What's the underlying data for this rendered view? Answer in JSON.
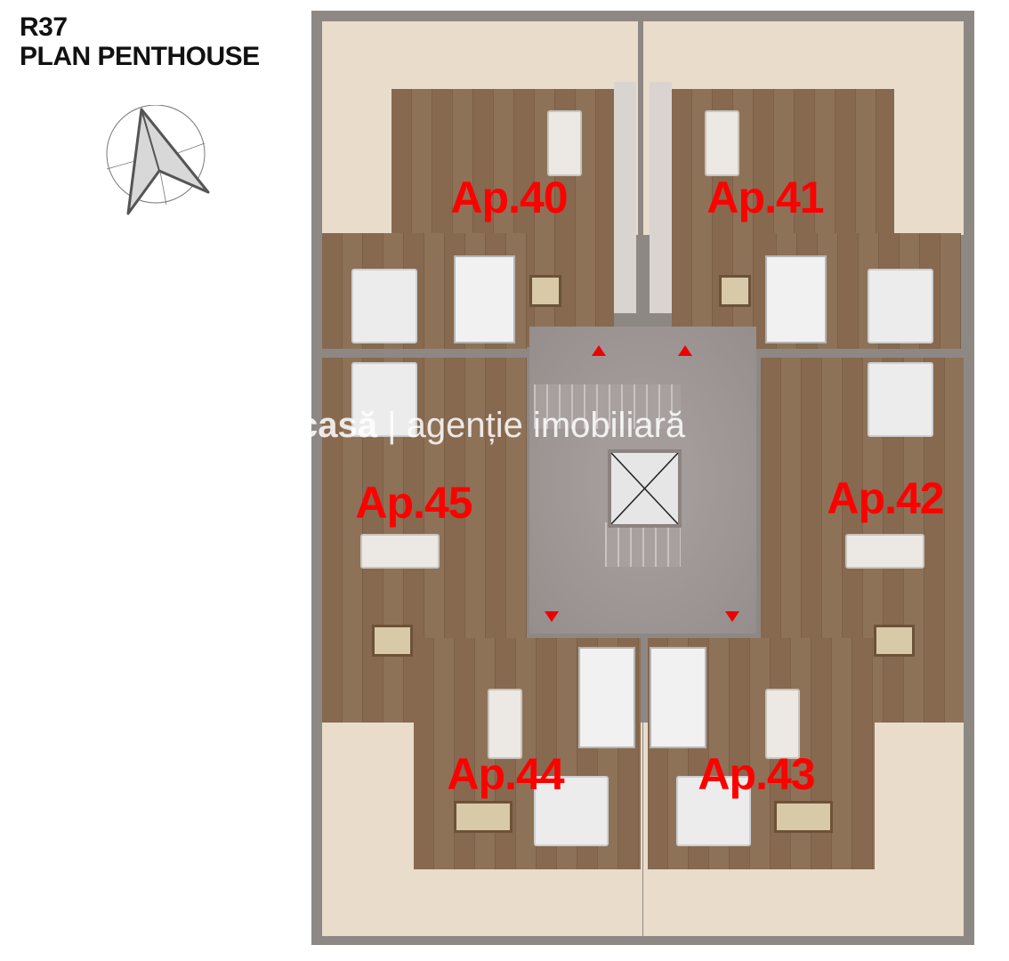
{
  "header": {
    "code": "R37",
    "title": "PLAN PENTHOUSE"
  },
  "compass": {
    "icon": "north-arrow-icon"
  },
  "apartments": [
    {
      "label": "Ap.40"
    },
    {
      "label": "Ap.41"
    },
    {
      "label": "Ap.42"
    },
    {
      "label": "Ap.43"
    },
    {
      "label": "Ap.44"
    },
    {
      "label": "Ap.45"
    }
  ],
  "watermark": {
    "brand": "casă",
    "separator": "|",
    "text": "agenție imobiliară"
  },
  "colors": {
    "label": "#ff0000",
    "entrance_arrows": "#e00000",
    "walls": "#8e8884",
    "terrace": "#e9dccb",
    "floor": "#86694f"
  }
}
